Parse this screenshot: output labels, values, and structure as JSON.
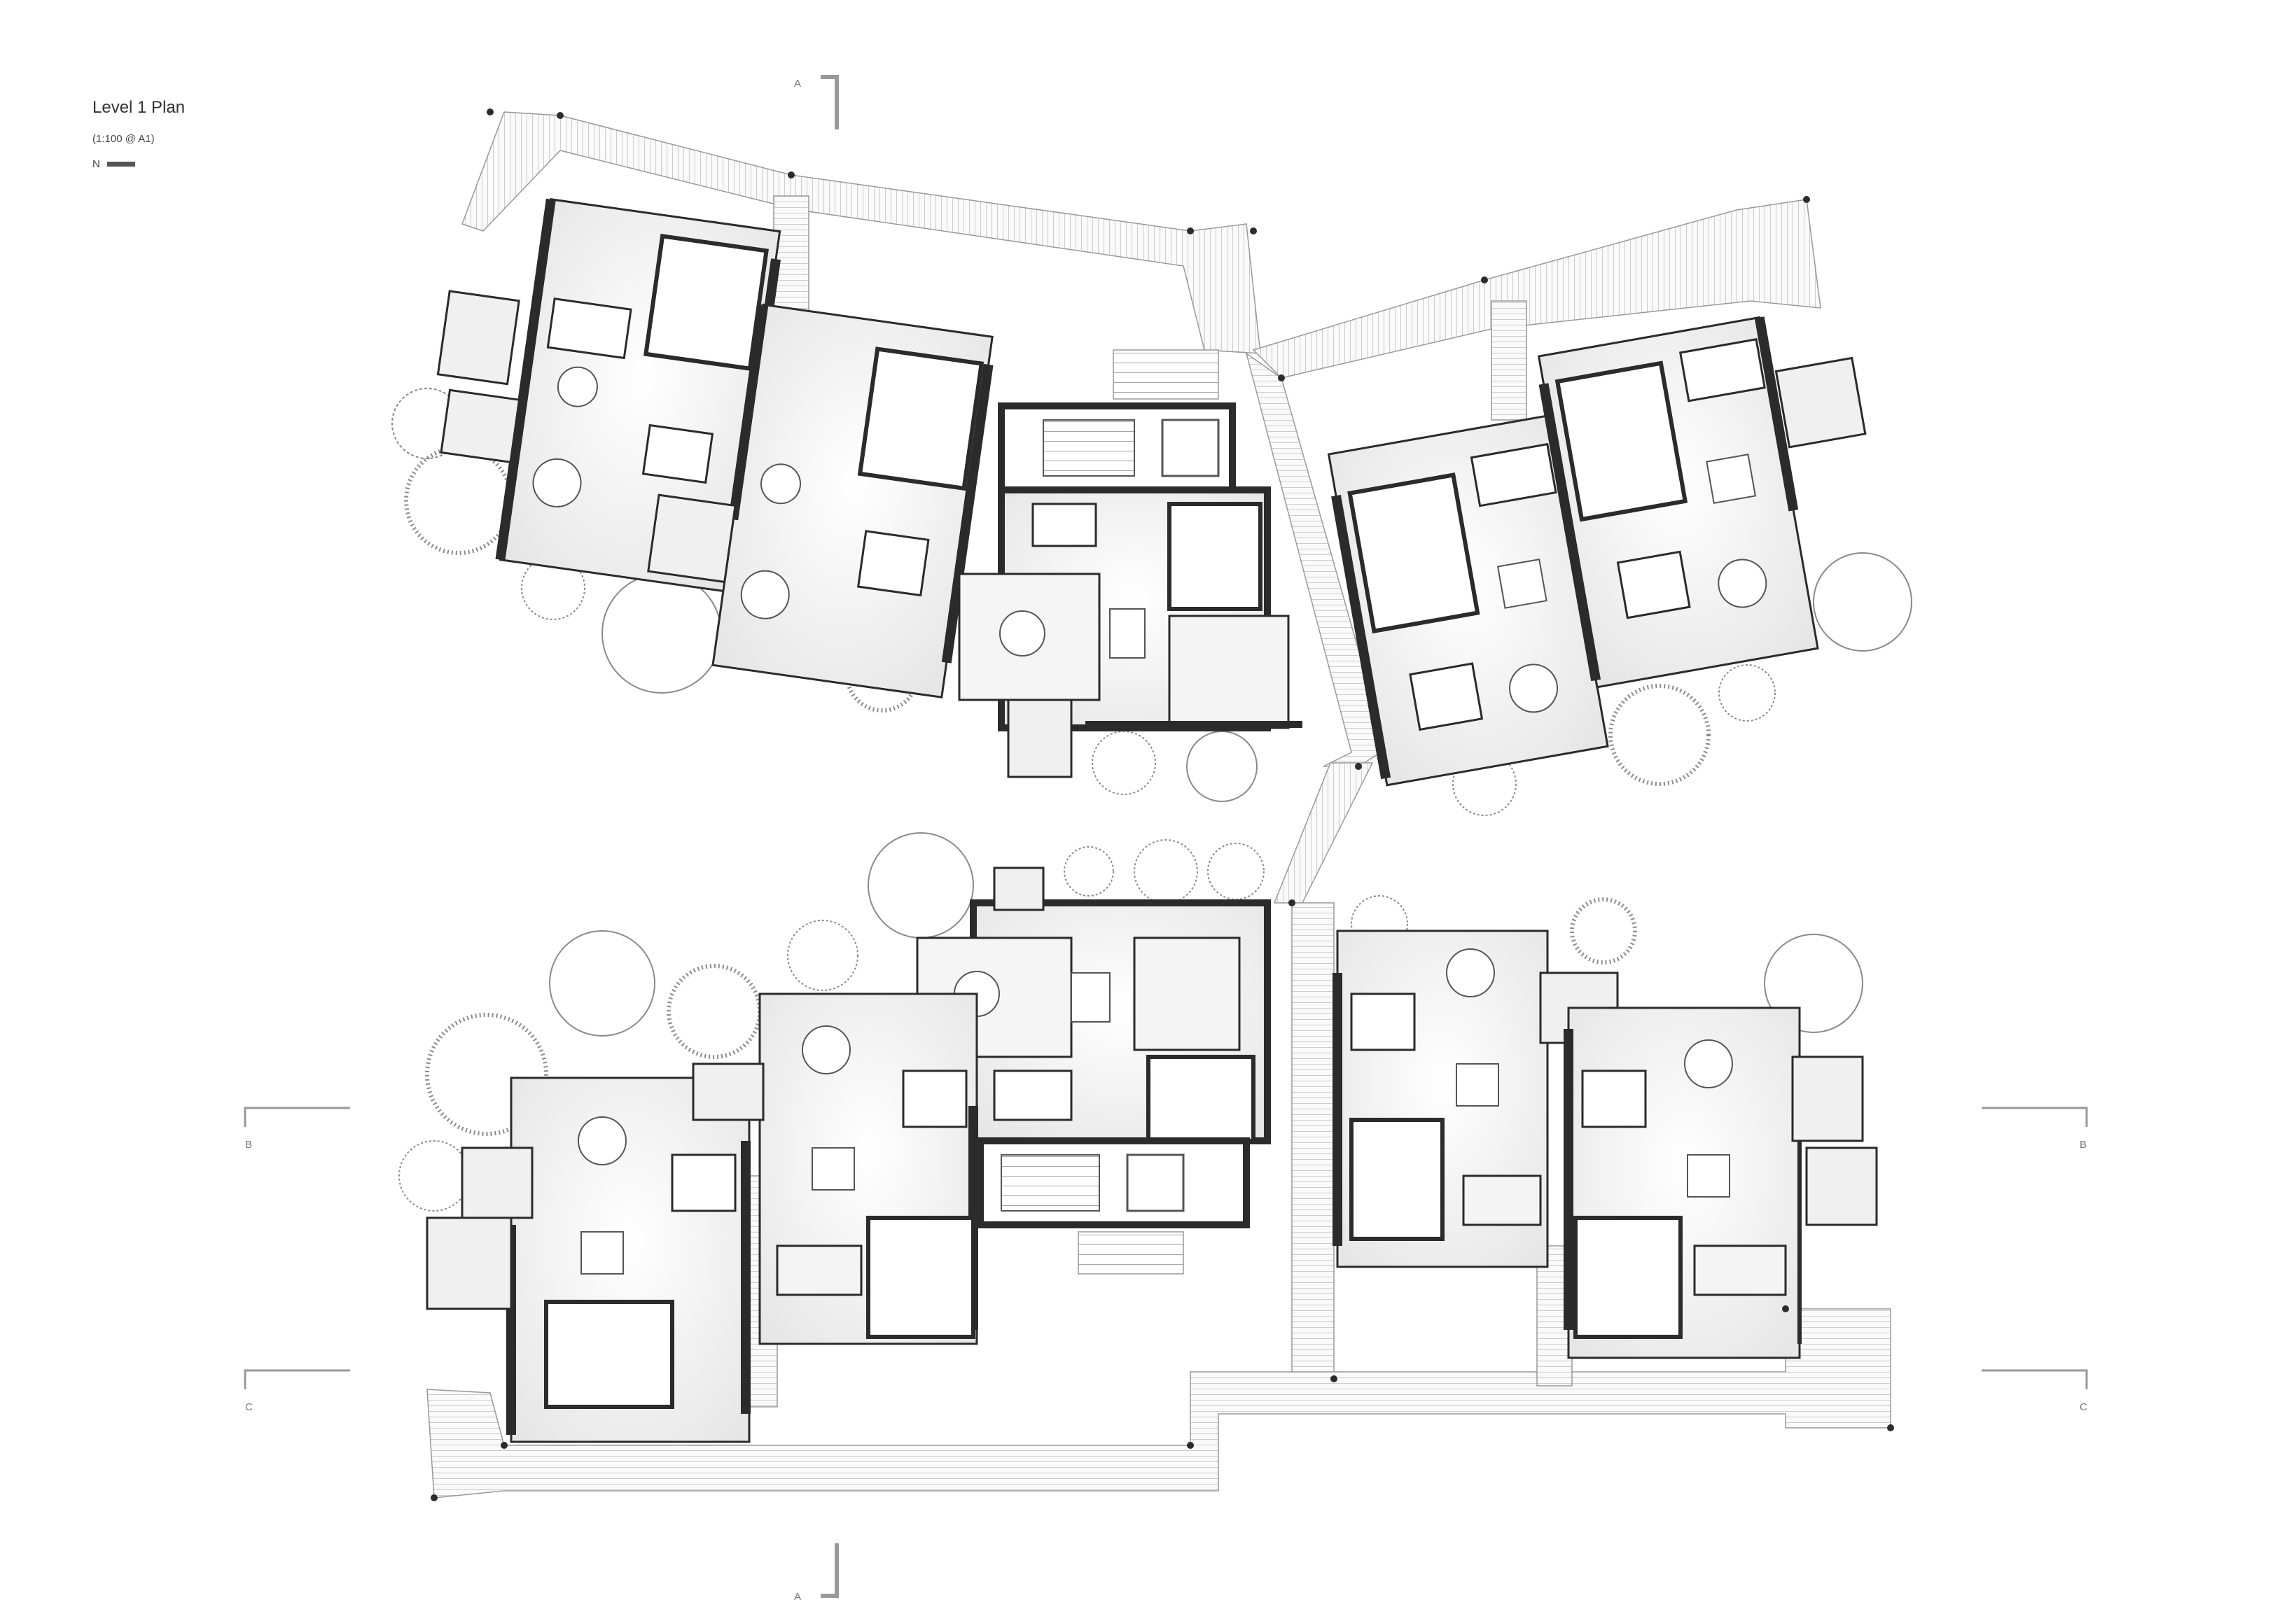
{
  "title": "Level 1 Plan",
  "scale": "(1:100 @ A1)",
  "north_label": "N",
  "section_markers": {
    "a_top": "A",
    "a_bottom": "A",
    "b_left": "B",
    "b_right": "B",
    "c_left": "C",
    "c_right": "C"
  },
  "colors": {
    "wall": "#2b2b2b",
    "floor": "#f4f4f4",
    "deck": "#cfcfcf",
    "line": "#9a9a9a",
    "tree": "#8a8a8a"
  }
}
